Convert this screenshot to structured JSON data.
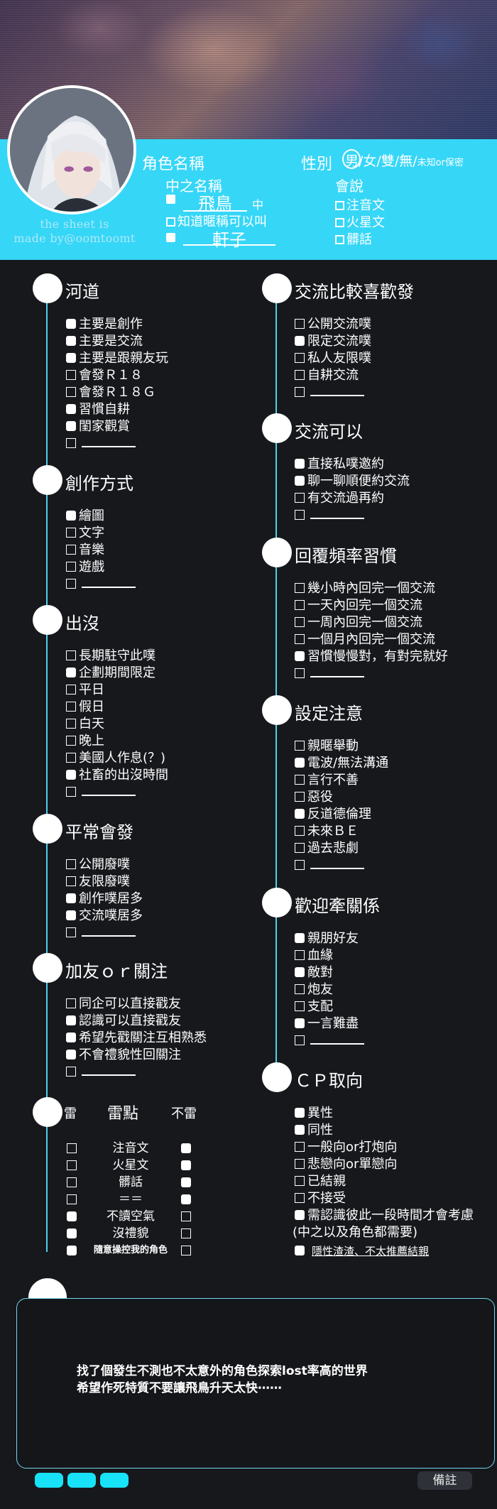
{
  "header": {
    "credit_line1": "the sheet is",
    "credit_line2": "made by@oomtoomt",
    "role_name_label": "角色名稱",
    "gender_label": "性別",
    "gender_options": "男/女/雙/無/",
    "gender_unknown": "未知or保密",
    "gender_selected": "男",
    "nakanoname_label": "中之名稱",
    "nakanoname_value": "飛鳥",
    "nakanoname_suffix": "中",
    "know_nickname_label": "知道暱稱可以叫",
    "nickname_value": "軒子",
    "speaks_label": "會說",
    "speaks_options": [
      "注音文",
      "火星文",
      "髒話"
    ]
  },
  "left_sections": [
    {
      "title": "河道",
      "items": [
        {
          "label": "主要是創作",
          "checked": true
        },
        {
          "label": "主要是交流",
          "checked": true
        },
        {
          "label": "主要是跟親友玩",
          "checked": true
        },
        {
          "label": "會發Ｒ１８",
          "checked": false
        },
        {
          "label": "會發Ｒ１８Ｇ",
          "checked": false
        },
        {
          "label": "習慣自耕",
          "checked": true
        },
        {
          "label": "閨家觀賞",
          "checked": true
        },
        {
          "label": "",
          "checked": false,
          "blank": true
        }
      ]
    },
    {
      "title": "創作方式",
      "items": [
        {
          "label": "繪圖",
          "checked": true
        },
        {
          "label": "文字",
          "checked": false
        },
        {
          "label": "音樂",
          "checked": false
        },
        {
          "label": "遊戲",
          "checked": false
        },
        {
          "label": "",
          "checked": false,
          "blank": true
        }
      ]
    },
    {
      "title": "出沒",
      "items": [
        {
          "label": "長期駐守此噗",
          "checked": false
        },
        {
          "label": "企劃期間限定",
          "checked": true
        },
        {
          "label": "平日",
          "checked": false
        },
        {
          "label": "假日",
          "checked": false
        },
        {
          "label": "白天",
          "checked": false
        },
        {
          "label": "晚上",
          "checked": false
        },
        {
          "label": "美國人作息(？)",
          "checked": false
        },
        {
          "label": "社畜的出沒時間",
          "checked": true
        },
        {
          "label": "",
          "checked": false,
          "blank": true
        }
      ]
    },
    {
      "title": "平常會發",
      "items": [
        {
          "label": "公開廢噗",
          "checked": false
        },
        {
          "label": "友限廢噗",
          "checked": false
        },
        {
          "label": "創作噗居多",
          "checked": true
        },
        {
          "label": "交流噗居多",
          "checked": true
        },
        {
          "label": "",
          "checked": false,
          "blank": true
        }
      ]
    },
    {
      "title": "加友ｏｒ關注",
      "items": [
        {
          "label": "同企可以直接戳友",
          "checked": false
        },
        {
          "label": "認識可以直接戳友",
          "checked": true
        },
        {
          "label": "希望先戳關注互相熟悉",
          "checked": true
        },
        {
          "label": "不會禮貌性回關注",
          "checked": true
        },
        {
          "label": "",
          "checked": false,
          "blank": true
        }
      ]
    }
  ],
  "lei": {
    "title_left": "雷",
    "title_mid": "雷點",
    "title_right": "不雷",
    "rows": [
      {
        "label": "注音文",
        "lei": false,
        "bulei": true
      },
      {
        "label": "火星文",
        "lei": false,
        "bulei": true
      },
      {
        "label": "髒話",
        "lei": false,
        "bulei": true
      },
      {
        "label": "＝＝",
        "lei": false,
        "bulei": true
      },
      {
        "label": "不讀空氣",
        "lei": true,
        "bulei": false
      },
      {
        "label": "沒禮貌",
        "lei": true,
        "bulei": false
      },
      {
        "label": "隨意操控我的角色",
        "lei": true,
        "bulei": false
      }
    ]
  },
  "right_sections": [
    {
      "title": "交流比較喜歡發",
      "items": [
        {
          "label": "公開交流噗",
          "checked": false
        },
        {
          "label": "限定交流噗",
          "checked": true
        },
        {
          "label": "私人友限噗",
          "checked": false
        },
        {
          "label": "自耕交流",
          "checked": false
        },
        {
          "label": "",
          "checked": false,
          "blank": true
        }
      ]
    },
    {
      "title": "交流可以",
      "items": [
        {
          "label": "直接私噗邀約",
          "checked": true
        },
        {
          "label": "聊一聊順便約交流",
          "checked": true
        },
        {
          "label": "有交流過再約",
          "checked": false
        },
        {
          "label": "",
          "checked": false,
          "blank": true
        }
      ]
    },
    {
      "title": "回覆頻率習慣",
      "items": [
        {
          "label": "幾小時內回完一個交流",
          "checked": false
        },
        {
          "label": "一天內回完一個交流",
          "checked": false
        },
        {
          "label": "一周內回完一個交流",
          "checked": false
        },
        {
          "label": "一個月內回完一個交流",
          "checked": false
        },
        {
          "label": "習慣慢慢對，有對完就好",
          "checked": true
        },
        {
          "label": "",
          "checked": false,
          "blank": true
        }
      ]
    },
    {
      "title": "設定注意",
      "items": [
        {
          "label": "親暱舉動",
          "checked": false
        },
        {
          "label": "電波/無法溝通",
          "checked": true
        },
        {
          "label": "言行不善",
          "checked": false
        },
        {
          "label": "惡役",
          "checked": false
        },
        {
          "label": "反道德倫理",
          "checked": true
        },
        {
          "label": "未來ＢＥ",
          "checked": false
        },
        {
          "label": "過去悲劇",
          "checked": false
        },
        {
          "label": "",
          "checked": false,
          "blank": true
        }
      ]
    },
    {
      "title": "歡迎牽關係",
      "items": [
        {
          "label": "親朋好友",
          "checked": true
        },
        {
          "label": "血緣",
          "checked": false
        },
        {
          "label": "敵對",
          "checked": true
        },
        {
          "label": "炮友",
          "checked": false
        },
        {
          "label": "支配",
          "checked": false
        },
        {
          "label": "一言難盡",
          "checked": true
        },
        {
          "label": "",
          "checked": false,
          "blank": true
        }
      ]
    },
    {
      "title": "ＣＰ取向",
      "items": [
        {
          "label": "異性",
          "checked": true
        },
        {
          "label": "同性",
          "checked": true
        },
        {
          "label": "一般向or打炮向",
          "checked": false
        },
        {
          "label": "悲戀向or單戀向",
          "checked": false
        },
        {
          "label": "已結親",
          "checked": false
        },
        {
          "label": "不接受",
          "checked": false
        },
        {
          "label": "需認識彼此一段時間才會考慮",
          "checked": true
        }
      ]
    }
  ],
  "cp_note": "(中之以及角色都需要)",
  "cp_last": "隱性渣渣、不太推薦結親",
  "notes": {
    "line1": "找了個發生不測也不太意外的角色探索lost率高的世界",
    "line2": "希望作死特質不要讓飛鳥升天太快⋯⋯"
  },
  "remark_button": "備註",
  "colors": {
    "accent": "#36d6f7",
    "background": "#17181c",
    "timeline": "#4fd0ec"
  }
}
